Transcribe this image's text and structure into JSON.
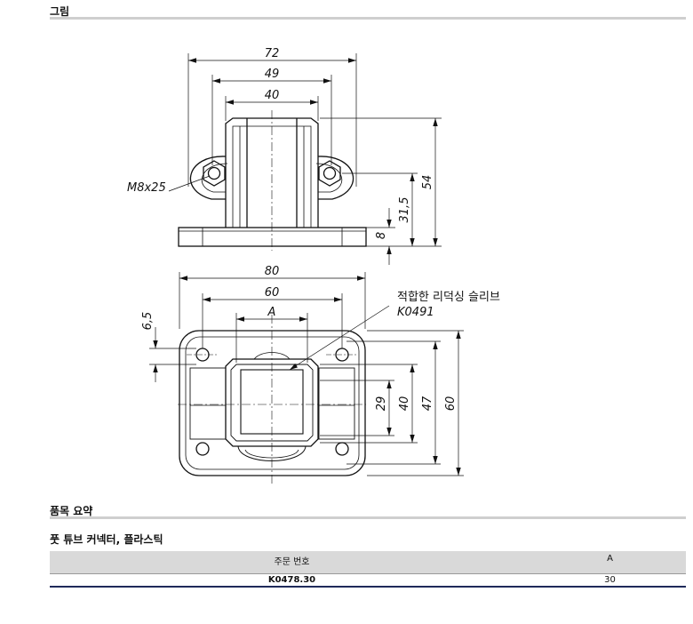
{
  "sections": {
    "figure_heading": "그림",
    "summary_heading": "품목 요약"
  },
  "product": {
    "title": "풋 튜브 커넥터, 플라스틱"
  },
  "drawing": {
    "dims": {
      "d72": "72",
      "d49": "49",
      "d40_top": "40",
      "d54": "54",
      "d31_5": "31,5",
      "d8": "8",
      "screw": "M8x25",
      "d80": "80",
      "d60_width": "60",
      "dA": "A",
      "d6_5": "6,5",
      "d29": "29",
      "d40_side": "40",
      "d47": "47",
      "d60_height": "60"
    },
    "note": {
      "line1": "적합한 리덕싱 슬리브",
      "line2": "K0491"
    }
  },
  "table": {
    "headers": [
      "주문 번호",
      "A"
    ],
    "rows": [
      [
        "K0478.30",
        "30"
      ]
    ]
  }
}
